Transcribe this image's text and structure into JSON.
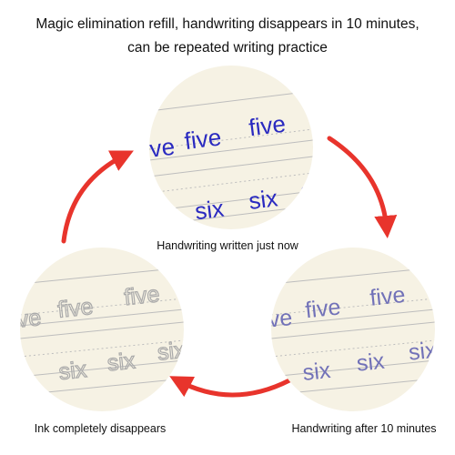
{
  "headline": {
    "line1": "Magic elimination refill, handwriting disappears in 10 minutes,",
    "line2": "can be repeated writing practice"
  },
  "stages": [
    {
      "caption": "Handwriting written just now",
      "ink_color": "#2a2ac0",
      "word_top": "five",
      "word_bottom": "six"
    },
    {
      "caption": "Handwriting after 10 minutes",
      "ink_color": "#7272b8",
      "word_top": "five",
      "word_bottom": "six"
    },
    {
      "caption": "Ink completely disappears",
      "ink_color": "#aaaaaa",
      "word_top": "five",
      "word_bottom": "six"
    }
  ],
  "colors": {
    "paper": "#f6f2e4",
    "ruling": "#bdbdbd",
    "arrow": "#e8342c"
  }
}
